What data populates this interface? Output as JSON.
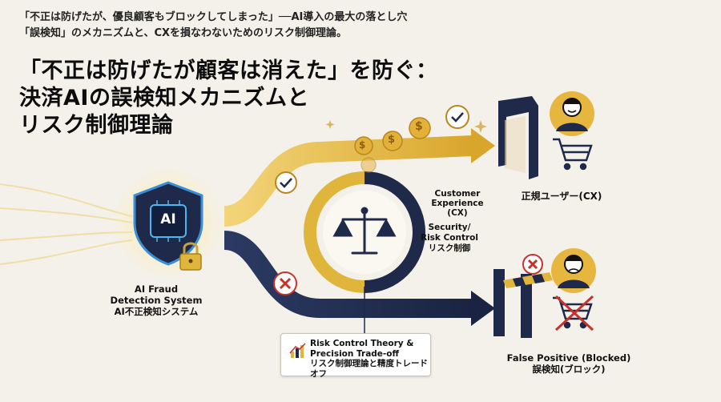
{
  "header": {
    "subtitle": "「不正は防げたが、優良顧客もブロックしてしまった」──AI導入の最大の落とし穴\n「誤検知」のメカニズムと、CXを損なわないためのリスク制御理論。",
    "title": "「不正は防げたが顧客は消えた」を防ぐ：\n決済AIの誤検知メカニズムと\nリスク制御理論"
  },
  "ai_system": {
    "label": "AI Fraud\nDetection System\nAI不正検知システム",
    "badge_text": "AI"
  },
  "balance": {
    "cx_label": "Customer\nExperience\n(CX)",
    "security_label": "Security/\nRisk Control\nリスク制御"
  },
  "outcomes": {
    "valid_user_label": "正規ユーザー(CX)",
    "false_positive_label": "False Positive (Blocked)\n誤検知(ブロック)"
  },
  "risk_box": {
    "text": "Risk Control Theory &\nPrecision Trade-off\nリスク制御理論と精度トレードオフ"
  },
  "coin_symbol": "$",
  "colors": {
    "gold": "#e0b53c",
    "navy": "#1f2a4a",
    "red": "#c8322b",
    "background": "#f4f1ea"
  }
}
